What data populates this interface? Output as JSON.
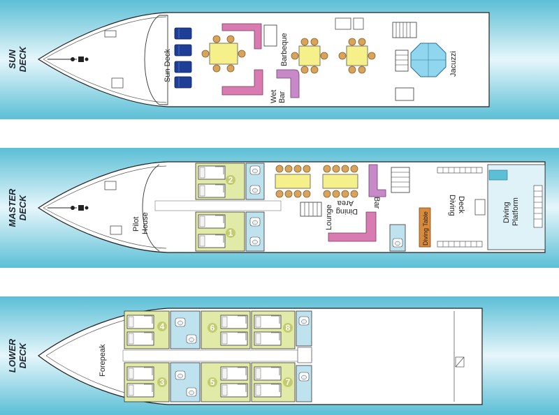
{
  "decks": {
    "sun": {
      "name_line1": "SUN",
      "name_line2": "DECK"
    },
    "master": {
      "name_line1": "MASTER",
      "name_line2": "DECK"
    },
    "lower": {
      "name_line1": "LOWER",
      "name_line2": "DECK"
    }
  },
  "sun_deck": {
    "sun_deck_label": "Sun Deck",
    "barbeque_label": "Barbeque",
    "wet_bar_line1": "Wet",
    "wet_bar_line2": "Bar",
    "jacuzzi_label": "Jacuzzi"
  },
  "master_deck": {
    "pilot_house_line1": "Pilot",
    "pilot_house_line2": "House",
    "dining_line1": "Dining",
    "dining_line2": "Area",
    "bar_label": "Bar",
    "lounge_label": "Lounge",
    "diving_table_label": "Diving Table",
    "diving_deck_line1": "Diving",
    "diving_deck_line2": "Deck",
    "diving_platform_line1": "Diving",
    "diving_platform_line2": "Platform",
    "cabins": [
      "2",
      "1"
    ]
  },
  "lower_deck": {
    "forepeak_label": "Forepeak",
    "cabins": [
      "4",
      "6",
      "8",
      "3",
      "5",
      "7"
    ]
  },
  "colors": {
    "water_dark": "#5bbfd6",
    "water_light": "#e6f6fb",
    "cabin": "#e2eaa8",
    "bathroom": "#bfe2ef",
    "sofa": "#d77bb1",
    "table": "#f6f08a",
    "chair": "#d8a35a",
    "lounger": "#1f3e96",
    "jacuzzi": "#8fd6ee",
    "diving_table": "#d98a3a"
  }
}
